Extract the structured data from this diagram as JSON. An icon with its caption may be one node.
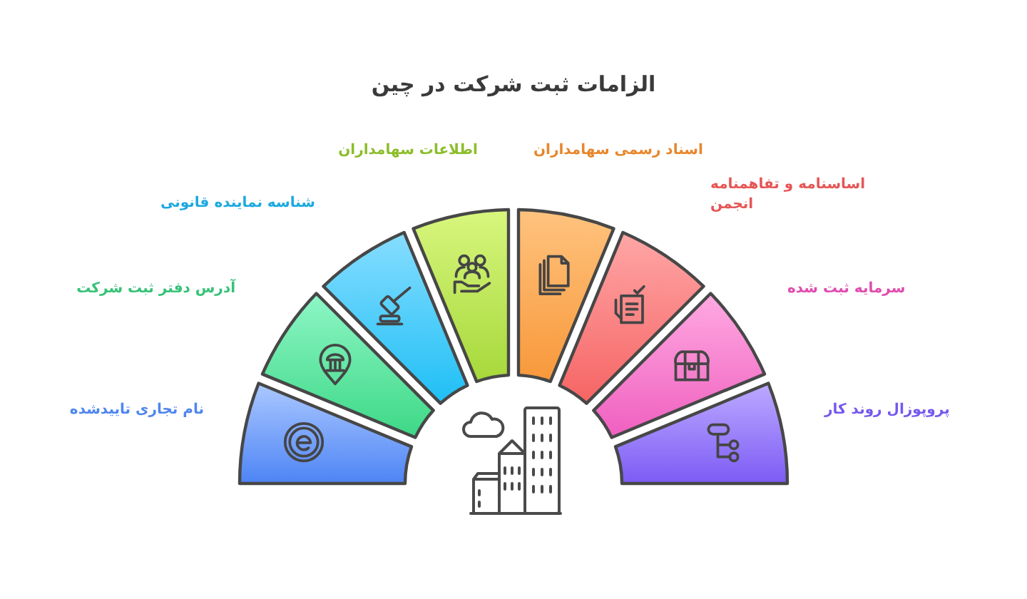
{
  "diagram": {
    "title": "الزامات ثبت شرکت در چین",
    "nodes": [
      {
        "text": [
          "نام تجاری تاییدشده"
        ]
      },
      {
        "text": [
          "آدرس دفتر ثبت شرکت"
        ]
      },
      {
        "text": [
          "شناسه نماینده قانونی"
        ]
      },
      {
        "text": [
          "اطلاعات سهامداران"
        ]
      },
      {
        "text": [
          "اسناد رسمی سهامداران"
        ]
      },
      {
        "text": [
          "اساسنامه و تفاهمنامه انجمن"
        ]
      },
      {
        "text": [
          "سرمایه ثبت شده"
        ]
      },
      {
        "text": [
          "پروپوزال روند کار"
        ]
      }
    ]
  }
}
